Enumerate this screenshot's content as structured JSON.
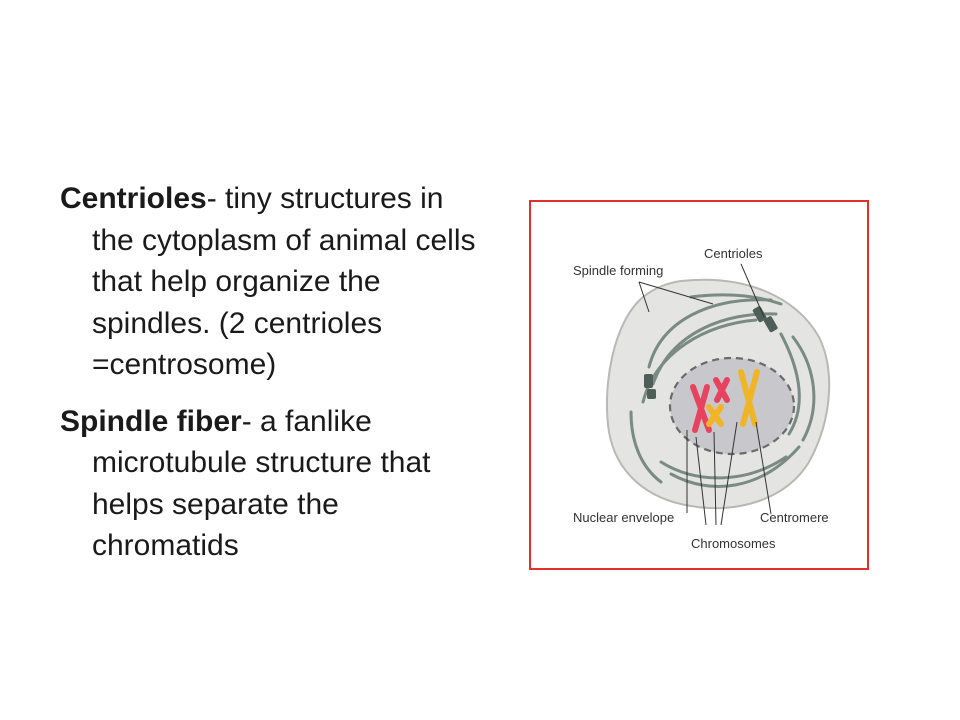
{
  "entries": [
    {
      "term": "Centrioles",
      "definition": "- tiny structures in the cytoplasm of animal cells that help organize the spindles.  (2 centrioles =centrosome)"
    },
    {
      "term": "Spindle fiber",
      "definition": "- a fanlike microtubule structure that helps separate the chromatids"
    }
  ],
  "figure": {
    "labels": {
      "centrioles": "Centrioles",
      "spindle_forming": "Spindle forming",
      "nuclear_envelope": "Nuclear envelope",
      "centromere": "Centromere",
      "chromosomes": "Chromosomes"
    },
    "colors": {
      "border": "#e0322b",
      "cell_fill": "#e4e4e2",
      "nucleus_fill": "#c8c8cc",
      "chromosome_red": "#e8435e",
      "chromosome_yellow": "#f0b526",
      "spindle": "#7a8a84"
    }
  }
}
